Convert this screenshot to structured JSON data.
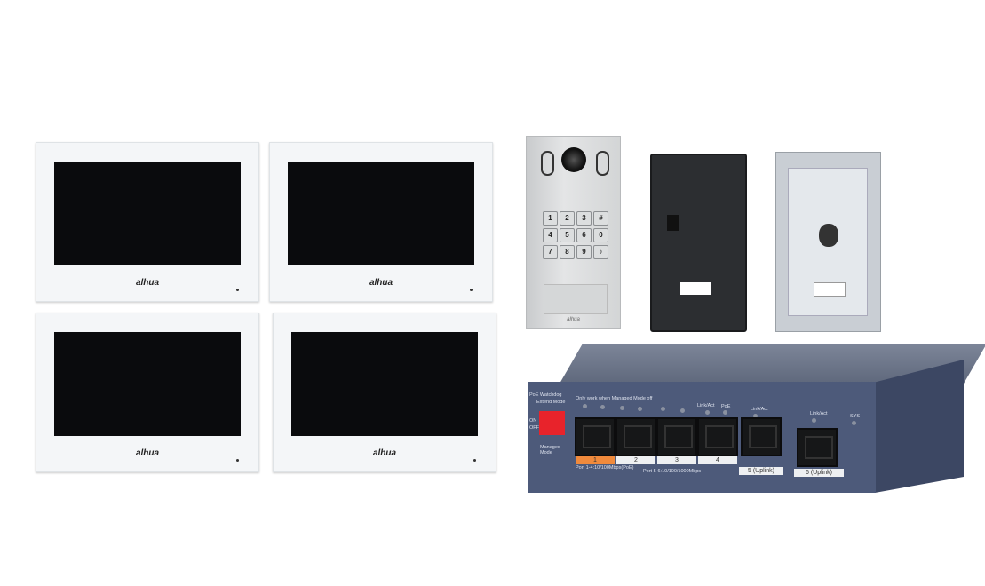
{
  "monitors": [
    {
      "brand": "alhua"
    },
    {
      "brand": "alhua"
    },
    {
      "brand": "alhua"
    },
    {
      "brand": "alhua"
    }
  ],
  "outdoor_station": {
    "keys": [
      "1",
      "2",
      "3",
      "#",
      "4",
      "5",
      "6",
      "0",
      "7",
      "8",
      "9",
      "♪"
    ],
    "brand": "alhua"
  },
  "switch": {
    "labels": {
      "poe_watchdog": "PoE Watchdog",
      "extend_mode": "Extend Mode",
      "only_work": "Only work when Managed Mode off",
      "on": "ON",
      "off": "OFF",
      "managed_mode": "Managed Mode",
      "link_act": "Link/Act",
      "poe": "PoE",
      "sys": "SYS",
      "port_speed_1": "Port 1-4:10/100Mbps(PoE)",
      "port_speed_2": "Port 5-6:10/100/1000Mbps"
    },
    "ports": [
      "1",
      "2",
      "3",
      "4",
      "5 (Uplink)",
      "6 (Uplink)"
    ],
    "port1_color": "#f08a3c"
  }
}
